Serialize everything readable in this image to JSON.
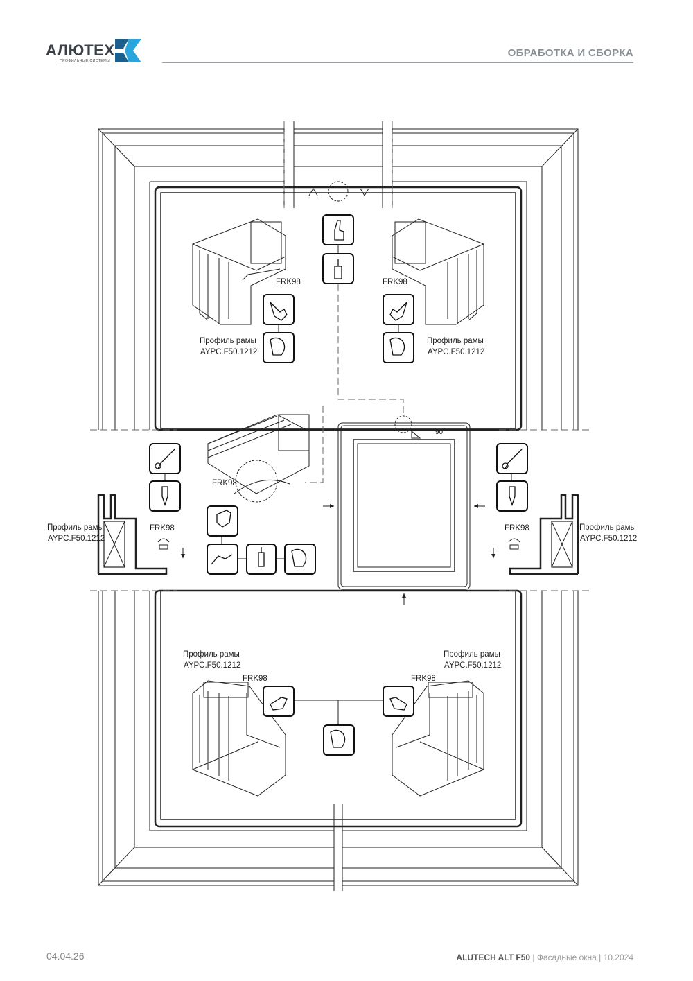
{
  "header": {
    "logo_text": "АЛЮТЕХ",
    "logo_subtitle": "ПРОФИЛЬНЫЕ СИСТЕМЫ",
    "section_title": "ОБРАБОТКА И СБОРКА"
  },
  "diagram": {
    "labels": {
      "frk_tl": "FRK98",
      "frk_tr": "FRK98",
      "frk_center": "FRK98",
      "frk_left": "FRK98",
      "frk_right": "FRK98",
      "frk_bl": "FRK98",
      "frk_br": "FRK98",
      "profile_tl_1": "Профиль рамы",
      "profile_tl_2": "AYPC.F50.1212",
      "profile_tr_1": "Профиль рамы",
      "profile_tr_2": "AYPC.F50.1212",
      "profile_left_1": "Профиль рамы",
      "profile_left_2": "AYPC.F50.1212",
      "profile_right_1": "Профиль рамы",
      "profile_right_2": "AYPC.F50.1212",
      "profile_bl_1": "Профиль рамы",
      "profile_bl_2": "AYPC.F50.1212",
      "profile_br_1": "Профиль рамы",
      "profile_br_2": "AYPC.F50.1212",
      "angle": "90°"
    }
  },
  "footer": {
    "date": "04.04.26",
    "product": "ALUTECH ALT F50",
    "doc": "| Фасадные окна | 10.2024"
  },
  "colors": {
    "logo_blue": "#2aa6dc",
    "logo_dark": "#1d5f8c",
    "line": "#222222"
  }
}
